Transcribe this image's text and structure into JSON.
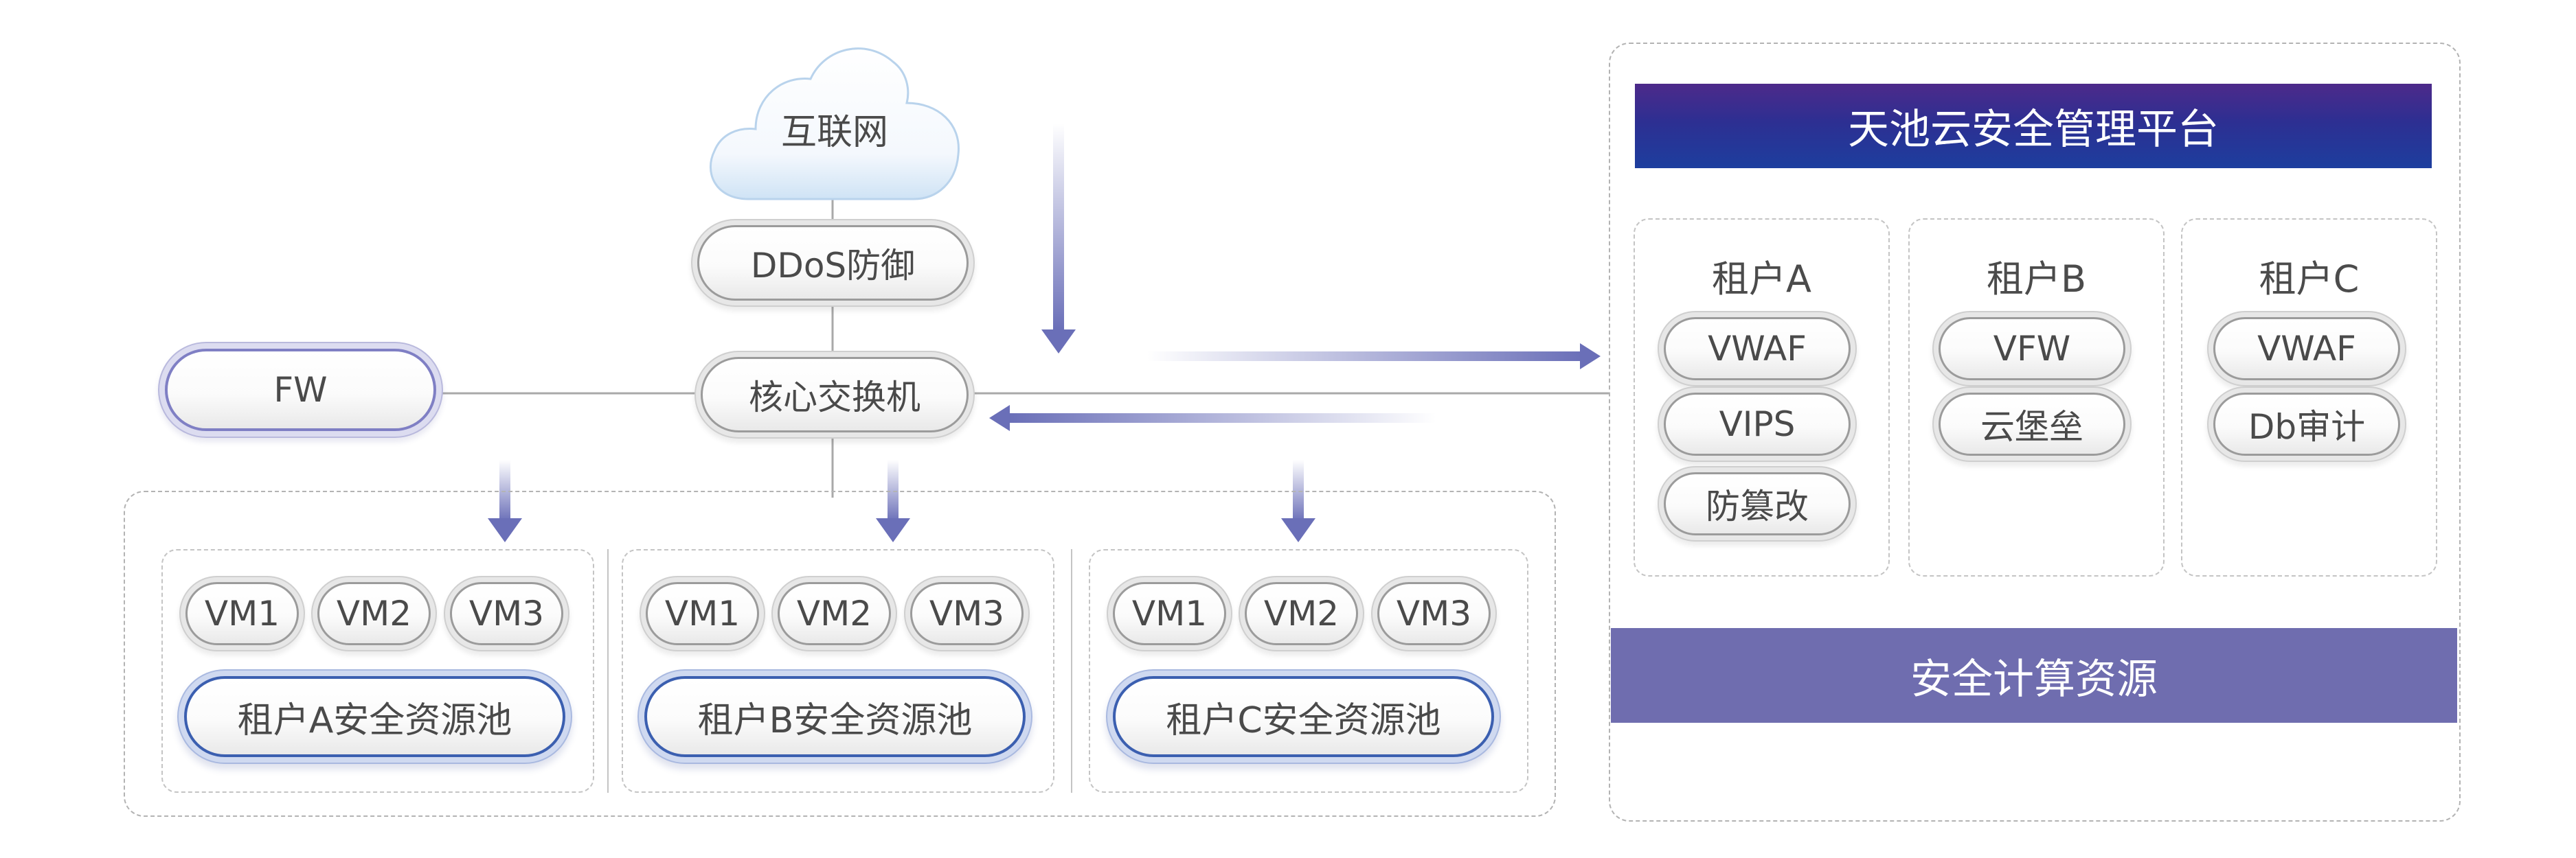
{
  "network": {
    "internet": "互联网",
    "ddos": "DDoS防御",
    "core_switch": "核心交换机",
    "firewall": "FW"
  },
  "resource_pools": [
    {
      "vms": [
        "VM1",
        "VM2",
        "VM3"
      ],
      "label": "租户A安全资源池"
    },
    {
      "vms": [
        "VM1",
        "VM2",
        "VM3"
      ],
      "label": "租户B安全资源池"
    },
    {
      "vms": [
        "VM1",
        "VM2",
        "VM3"
      ],
      "label": "租户C安全资源池"
    }
  ],
  "platform": {
    "title": "天池云安全管理平台",
    "tenants": [
      {
        "name": "租户A",
        "services": [
          "VWAF",
          "VIPS",
          "防篡改"
        ]
      },
      {
        "name": "租户B",
        "services": [
          "VFW",
          "云堡垒"
        ]
      },
      {
        "name": "租户C",
        "services": [
          "VWAF",
          "Db审计"
        ]
      }
    ],
    "compute": "安全计算资源"
  },
  "colors": {
    "platform_banner_top": "#4a2a86",
    "platform_banner_bottom": "#1e3c9a",
    "compute_banner": "#6f6daf",
    "arrow": "#6a6fb8",
    "pool_border": "#3b5fb0"
  }
}
